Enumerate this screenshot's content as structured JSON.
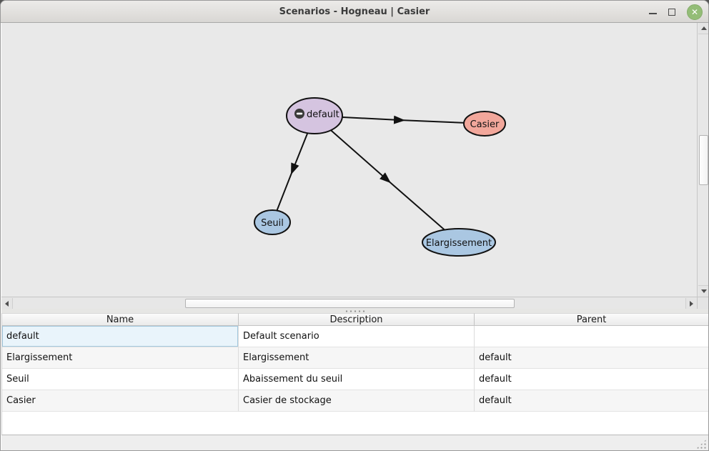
{
  "window": {
    "title": "Scenarios - Hogneau | Casier",
    "controls": {
      "close_glyph": "✕"
    }
  },
  "graph": {
    "nodes": [
      {
        "id": "default",
        "label": "default",
        "color": "#d5c4e0",
        "icon": "minus-circle-icon"
      },
      {
        "id": "casier",
        "label": "Casier",
        "color": "#f2a79b"
      },
      {
        "id": "seuil",
        "label": "Seuil",
        "color": "#aac7e2"
      },
      {
        "id": "elargissement",
        "label": "Elargissement",
        "color": "#aac7e2"
      }
    ],
    "edges": [
      {
        "from": "default",
        "to": "casier"
      },
      {
        "from": "default",
        "to": "seuil"
      },
      {
        "from": "default",
        "to": "elargissement"
      }
    ],
    "edge_color": "#111111",
    "background": "#e9e9e9"
  },
  "table": {
    "columns": [
      "Name",
      "Description",
      "Parent"
    ],
    "rows": [
      {
        "name": "default",
        "description": "Default scenario",
        "parent": ""
      },
      {
        "name": "Elargissement",
        "description": "Elargissement",
        "parent": "default"
      },
      {
        "name": "Seuil",
        "description": "Abaissement du seuil",
        "parent": "default"
      },
      {
        "name": "Casier",
        "description": "Casier de stockage",
        "parent": "default"
      }
    ],
    "selected_cell": {
      "row": 0,
      "column": "Name"
    }
  }
}
